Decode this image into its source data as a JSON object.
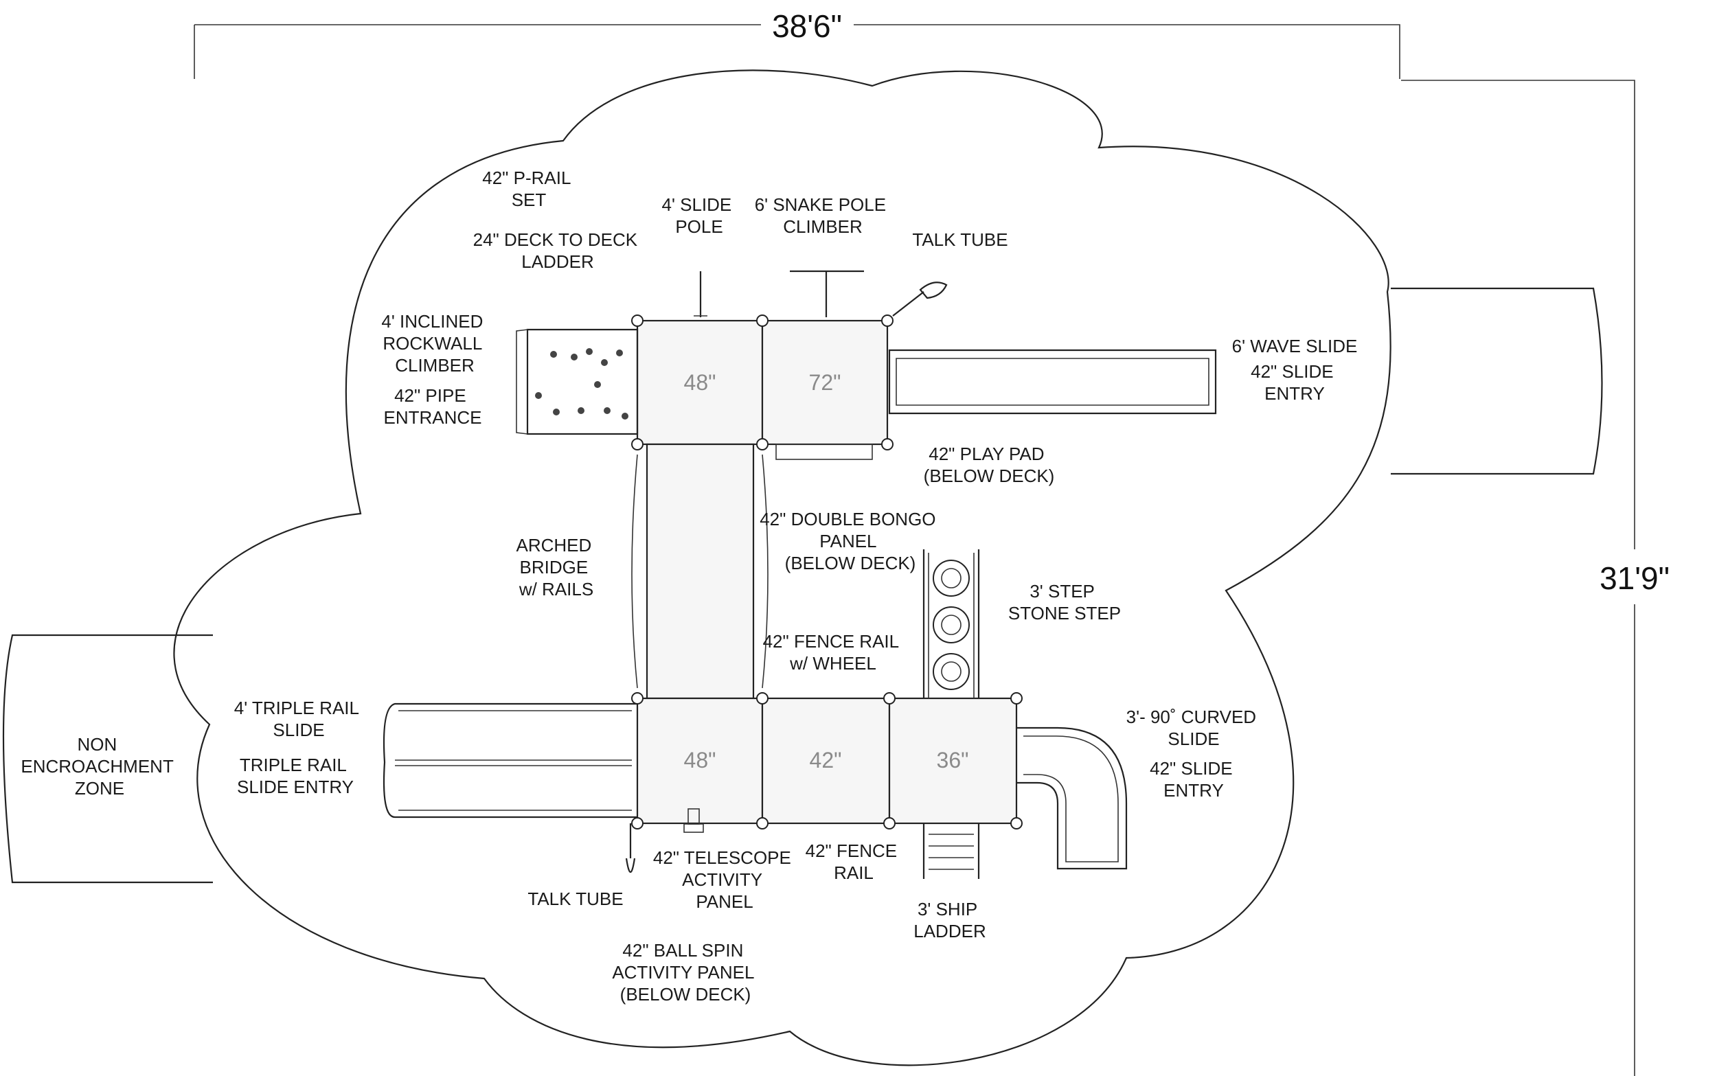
{
  "dimensions": {
    "width": "38'6\"",
    "height": "31'9\""
  },
  "zones": {
    "non_encroachment": [
      "NON",
      "ENCROACHMENT",
      "ZONE"
    ]
  },
  "decks": [
    "48\"",
    "72\"",
    "48\"",
    "42\"",
    "36\""
  ],
  "labels": {
    "prail": [
      "42\" P-RAIL",
      "SET"
    ],
    "deck_ladder": [
      "24\" DECK TO DECK",
      "LADDER"
    ],
    "slide_pole": [
      "4' SLIDE",
      "POLE"
    ],
    "snake_pole": [
      "6' SNAKE POLE",
      "CLIMBER"
    ],
    "talk_tube_top": [
      "TALK TUBE"
    ],
    "rockwall": [
      "4' INCLINED",
      "ROCKWALL",
      "CLIMBER"
    ],
    "pipe_entrance": [
      "42\" PIPE",
      "ENTRANCE"
    ],
    "wave_slide": [
      "6' WAVE SLIDE"
    ],
    "slide_entry_top": [
      "42\" SLIDE",
      "ENTRY"
    ],
    "play_pad": [
      "42\" PLAY PAD",
      "(BELOW DECK)"
    ],
    "bongo": [
      "42\" DOUBLE BONGO",
      "PANEL",
      "(BELOW DECK)"
    ],
    "arched_bridge": [
      "ARCHED",
      "BRIDGE",
      "w/ RAILS"
    ],
    "step_stone": [
      "3' STEP",
      "STONE STEP"
    ],
    "fence_wheel": [
      "42\" FENCE RAIL",
      "w/ WHEEL"
    ],
    "triple_slide": [
      "4' TRIPLE RAIL",
      "SLIDE"
    ],
    "triple_entry": [
      "TRIPLE RAIL",
      "SLIDE ENTRY"
    ],
    "curved_slide": [
      "3'- 90˚ CURVED",
      "SLIDE"
    ],
    "slide_entry_bottom": [
      "42\" SLIDE",
      "ENTRY"
    ],
    "telescope": [
      "42\" TELESCOPE",
      "ACTIVITY",
      "PANEL"
    ],
    "fence_rail": [
      "42\" FENCE",
      "RAIL"
    ],
    "talk_tube_bottom": [
      "TALK TUBE"
    ],
    "ship_ladder": [
      "3' SHIP",
      "LADDER"
    ],
    "ball_spin": [
      "42\" BALL SPIN",
      "ACTIVITY PANEL",
      "(BELOW DECK)"
    ]
  }
}
